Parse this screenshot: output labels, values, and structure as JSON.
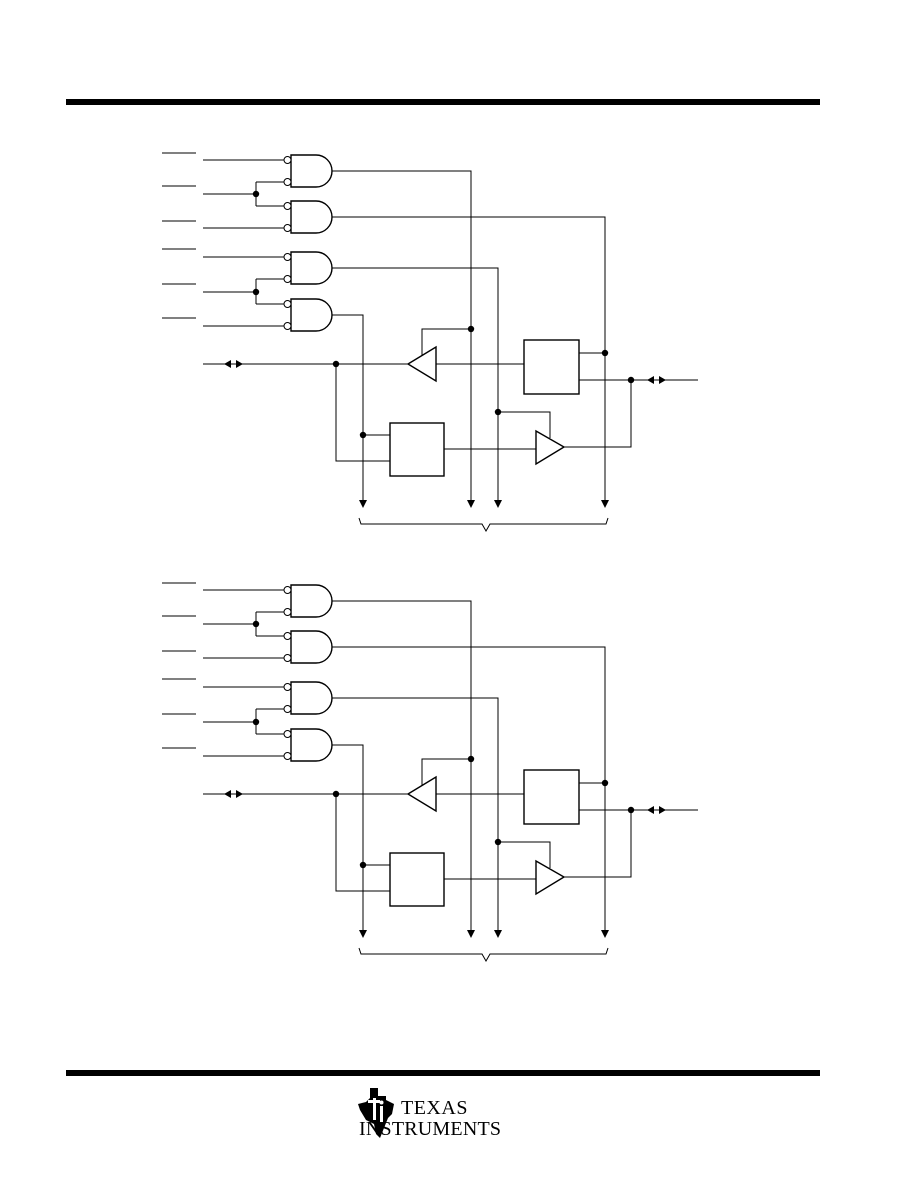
{
  "page": {
    "background": "#ffffff",
    "ink": "#000000"
  },
  "diagrams": [
    {
      "name": "upper-logic-diagram"
    },
    {
      "name": "lower-logic-diagram"
    }
  ],
  "logo": {
    "line1": "TEXAS",
    "line2": "INSTRUMENTS",
    "icon": "ti-state-icon"
  }
}
